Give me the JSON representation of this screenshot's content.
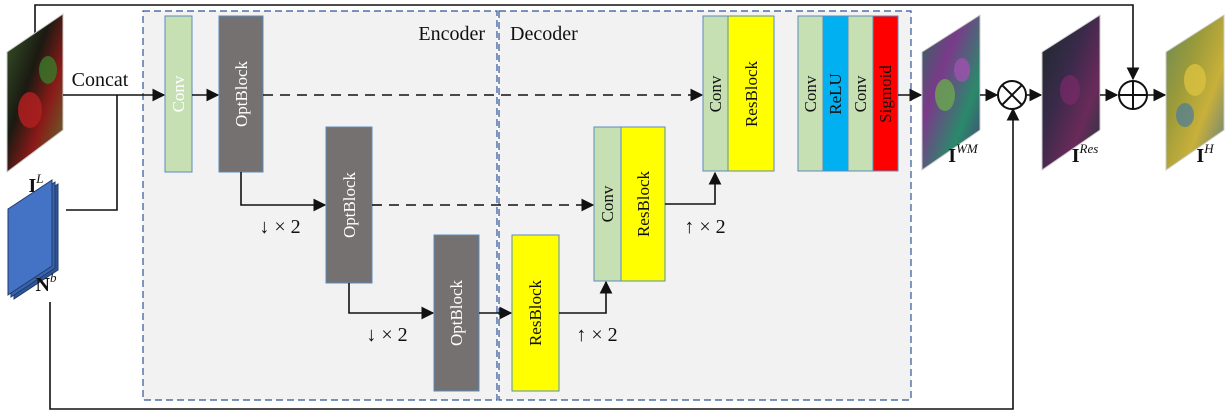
{
  "sections": {
    "encoder": "Encoder",
    "decoder": "Decoder"
  },
  "labels": {
    "concat": "Concat",
    "down1": "↓ × 2",
    "down2": "↓ × 2",
    "up1": "↑ × 2",
    "up2": "↑ × 2"
  },
  "blocks": {
    "conv": "Conv",
    "optblock": "OptBlock",
    "resblock": "ResBlock",
    "relu": "ReLU",
    "sigmoid": "Sigmoid"
  },
  "images": {
    "input_low": {
      "base": "I",
      "sup": "L"
    },
    "noise": {
      "base": "N",
      "sup": "b"
    },
    "watermark": {
      "base": "I",
      "sup": "WM"
    },
    "residual": {
      "base": "I",
      "sup": "Res"
    },
    "output_high": {
      "base": "I",
      "sup": "H"
    }
  },
  "colors": {
    "conv": "#c6e0b4",
    "optblock": "#767171",
    "resblock": "#ffff00",
    "relu": "#00b0f0",
    "sigmoid": "#ff0000",
    "noise_block": "#4472c4",
    "panel": "#f2f2f2",
    "panel_border": "#2f5597"
  },
  "icons": {
    "multiply": "circled-times-icon",
    "add": "circled-plus-icon"
  }
}
